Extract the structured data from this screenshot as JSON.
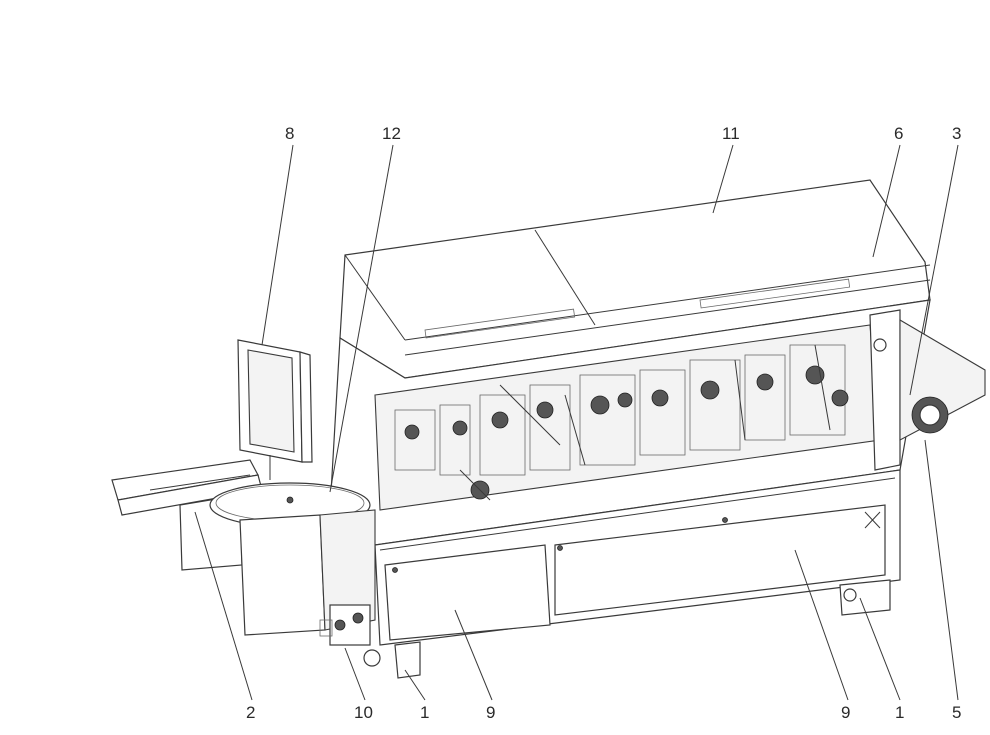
{
  "callouts": [
    {
      "id": "c8",
      "label": "8"
    },
    {
      "id": "c12",
      "label": "12"
    },
    {
      "id": "c11",
      "label": "11"
    },
    {
      "id": "c6",
      "label": "6"
    },
    {
      "id": "c3",
      "label": "3"
    },
    {
      "id": "c2",
      "label": "2"
    },
    {
      "id": "c10",
      "label": "10"
    },
    {
      "id": "c1a",
      "label": "1"
    },
    {
      "id": "c9a",
      "label": "9"
    },
    {
      "id": "c9b",
      "label": "9"
    },
    {
      "id": "c1b",
      "label": "1"
    },
    {
      "id": "c5",
      "label": "5"
    }
  ]
}
